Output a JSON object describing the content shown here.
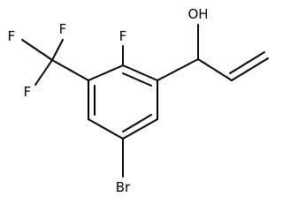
{
  "atoms": {
    "F_top": "F",
    "F_cf3_a": "F",
    "F_cf3_b": "F",
    "F_cf3_c": "F",
    "O": "OH",
    "Br": "Br"
  }
}
